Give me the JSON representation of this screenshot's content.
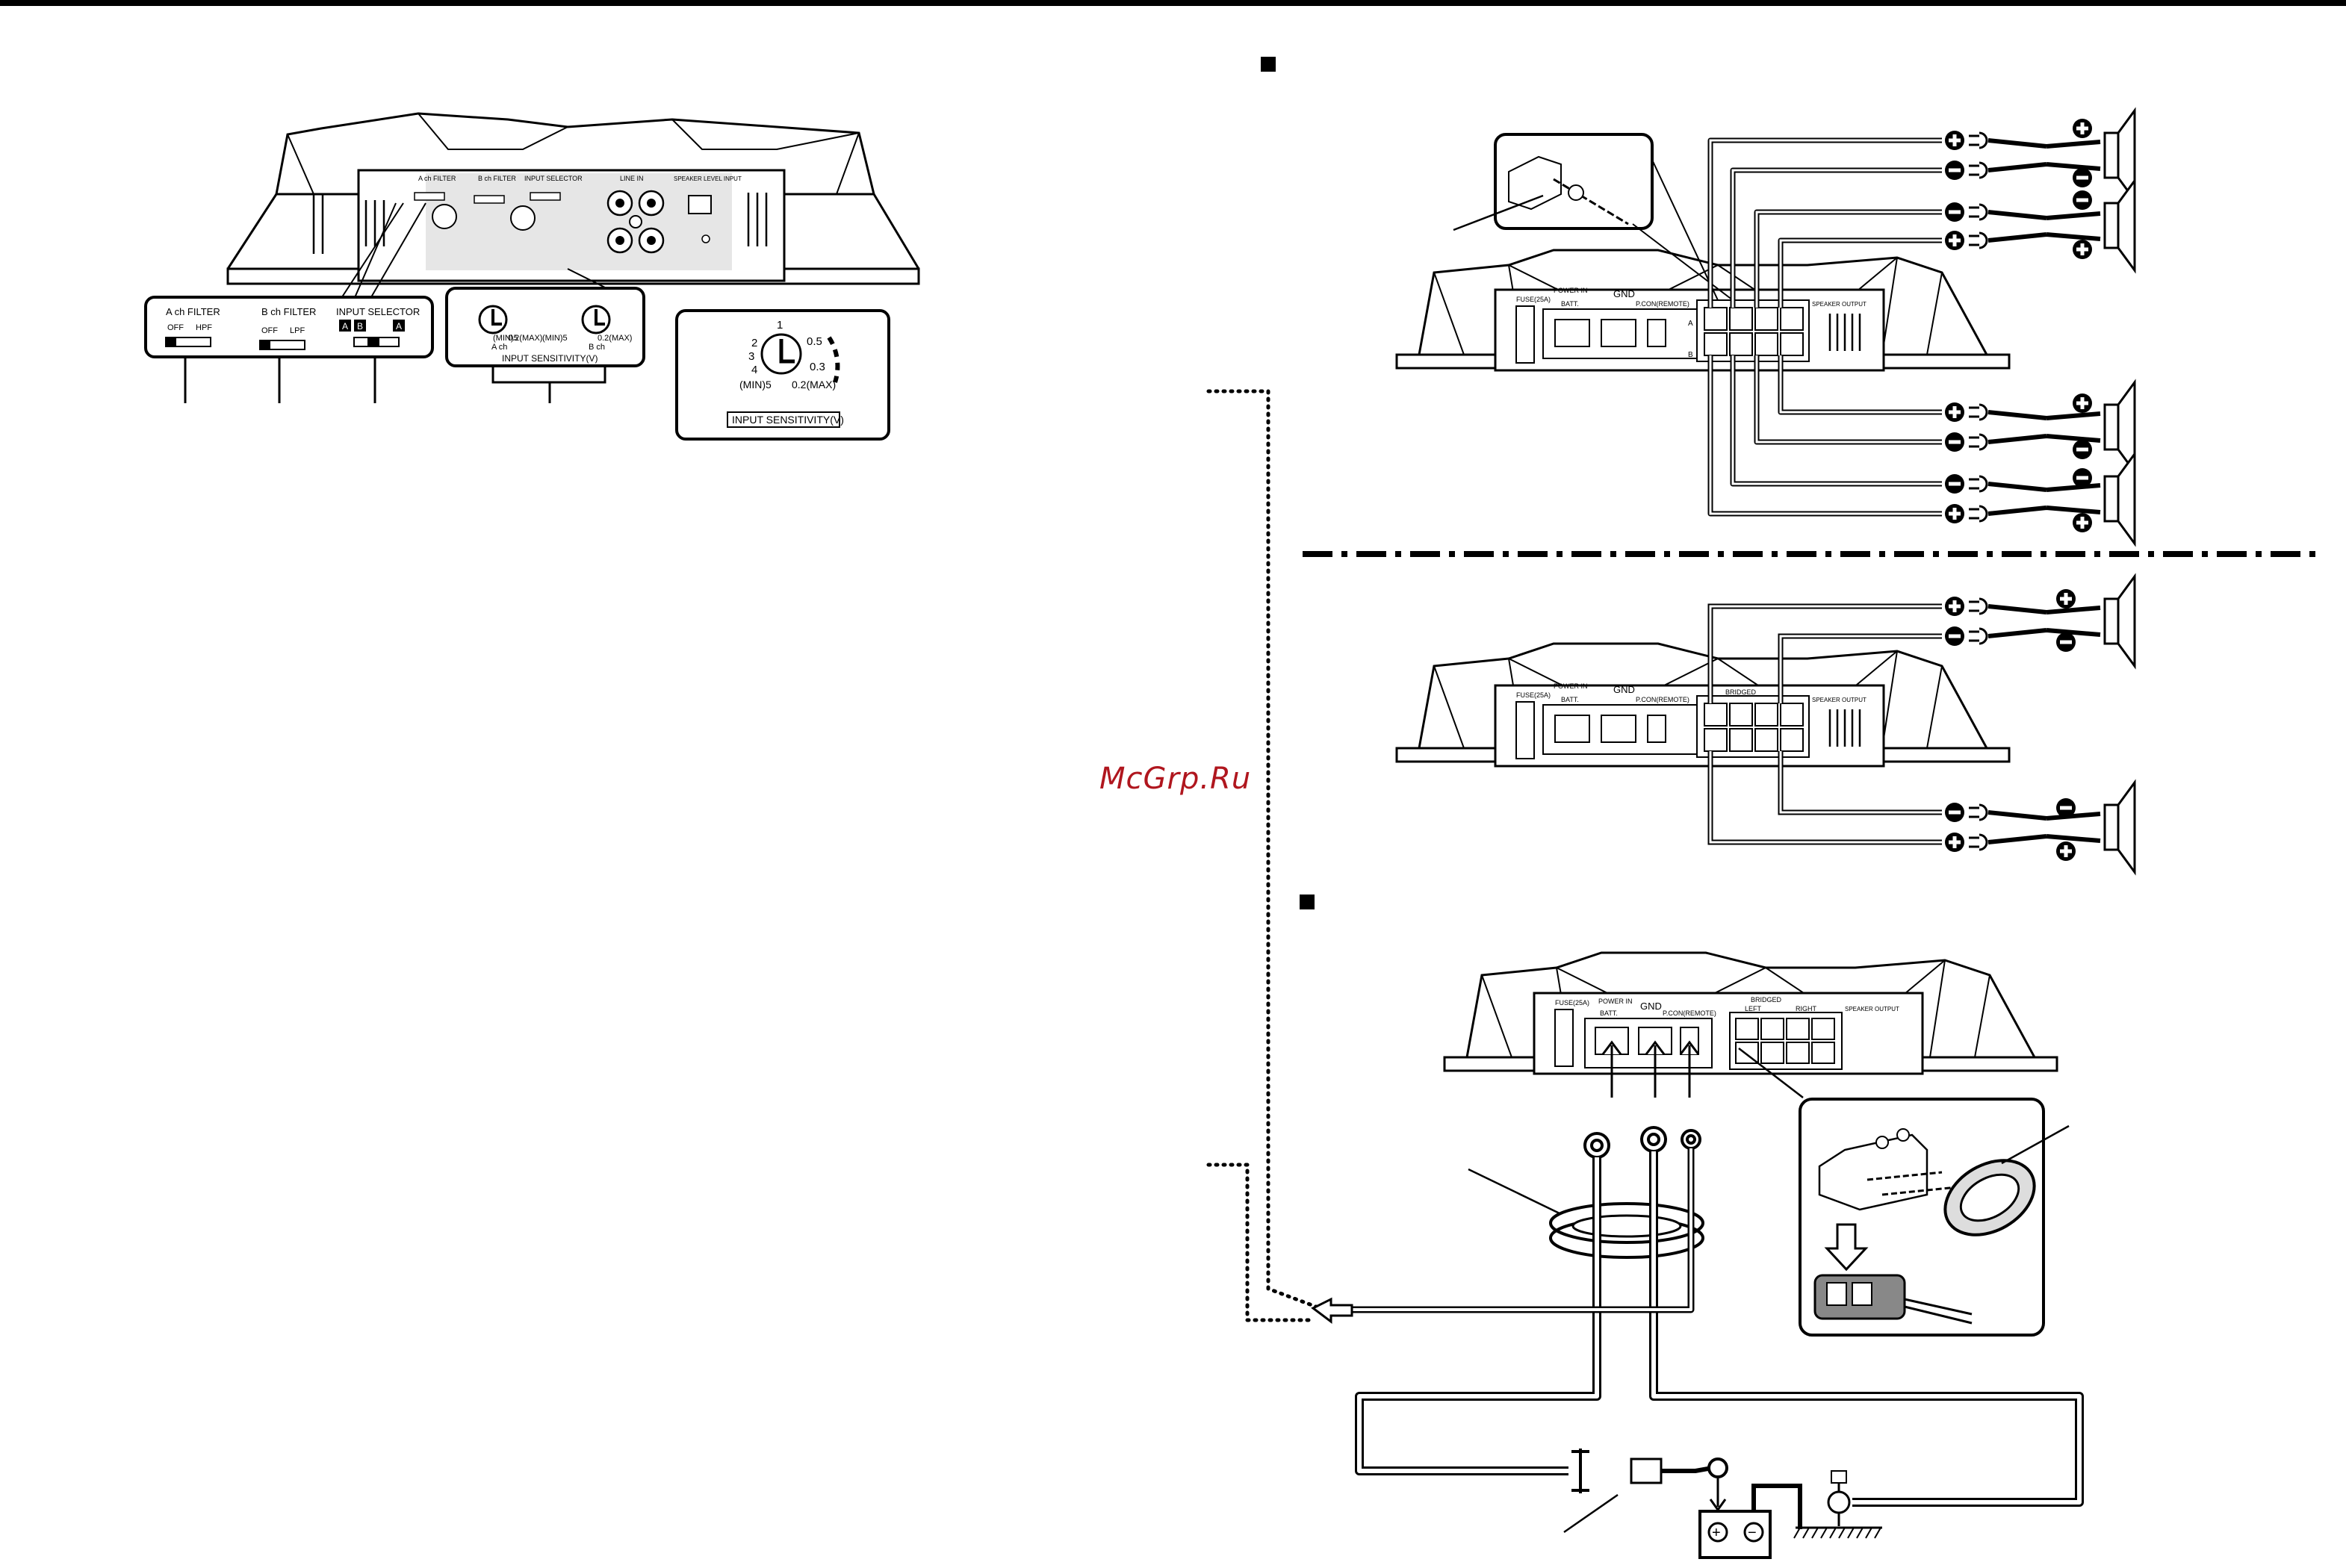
{
  "watermark": "McGrp.Ru",
  "amp_panel": {
    "a_filter": "A ch FILTER",
    "b_filter": "B ch FILTER",
    "input_selector": "INPUT SELECTOR",
    "line_in": "LINE IN",
    "speaker_level_input": "SPEAKER LEVEL INPUT",
    "off": "OFF",
    "hpf": "HPF",
    "lpf": "LPF",
    "sel_a": "A",
    "sel_b": "B"
  },
  "sensitivity": {
    "tick_1": "1",
    "tick_2": "2",
    "tick_3": "3",
    "tick_4": "4",
    "tick_05": "0.5",
    "tick_03": "0.3",
    "min_label": "(MIN)5",
    "max_label": "0.2(MAX)",
    "a_ch": "A ch",
    "b_ch": "B ch",
    "caption": "INPUT SENSITIVITY(V)"
  },
  "amp_front": {
    "fuse": "FUSE(25A)",
    "power_in": "POWER IN",
    "batt": "BATT.",
    "gnd": "GND",
    "p_con": "P.CON(REMOTE)",
    "speaker_output": "SPEAKER OUTPUT",
    "bridged": "BRIDGED",
    "left": "LEFT",
    "right": "RIGHT",
    "ch_a": "A",
    "ch_b": "B"
  },
  "polarity": {
    "plus": "+",
    "minus": "−"
  }
}
